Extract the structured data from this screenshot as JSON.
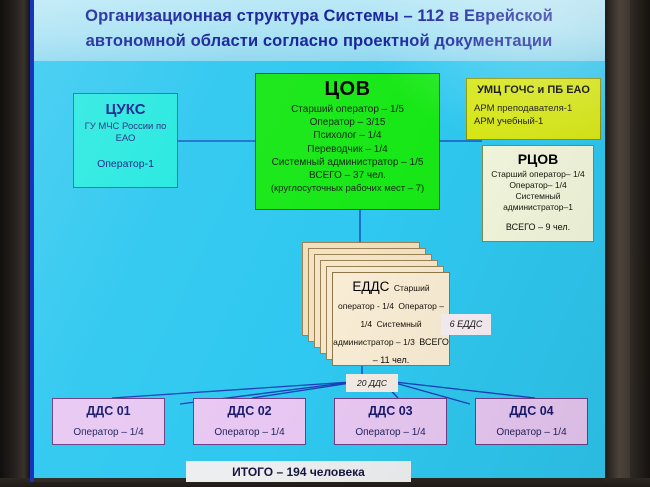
{
  "slide": {
    "title": "Организационная структура Системы – 112 в Еврейской автономной области согласно проектной документации",
    "background_color": "#2fc8f0",
    "title_band_color": "#a9e2f4",
    "title_text_color": "#16219a"
  },
  "boxes": {
    "cuks": {
      "name": "ЦУКС",
      "subtitle_line1": "ГУ МЧС России по",
      "subtitle_line2": "ЕАО",
      "staff": "Оператор-1",
      "fill_color": "#25e9e0"
    },
    "cov": {
      "name": "ЦОВ",
      "rows": [
        "Старший оператор – 1/5",
        "Оператор – 3/15",
        "Психолог – 1/4",
        "Переводчик – 1/4",
        "Системный администратор – 1/5",
        "ВСЕГО – 37 чел."
      ],
      "note": "(круглосуточных рабочих мест – 7)",
      "fill_color": "#18e817"
    },
    "umc": {
      "name": "УМЦ ГОЧС и ПБ ЕАО",
      "rows": [
        "АРМ преподавателя-1",
        "АРМ учебный-1"
      ],
      "fill_color": "#d8e815"
    },
    "rcov": {
      "name": "РЦОВ",
      "rows": [
        "Старший оператор– 1/4",
        "Оператор– 1/4",
        "Системный",
        "администратор–1"
      ],
      "total": "ВСЕГО – 9 чел.",
      "fill_color": "#f3f7dd"
    },
    "eddc": {
      "name": "ЕДДС",
      "rows": [
        "Старший оператор - 1/4",
        "Оператор – 1/4",
        "Системный",
        "администратор – 1/3"
      ],
      "total": "ВСЕГО – 11 чел.",
      "stack_count": 6,
      "fill_color": "#f9ecd4"
    }
  },
  "tags": {
    "eddc_count": "6 ЕДДС",
    "dds_count": "20 ДДС"
  },
  "dds_boxes": [
    {
      "name": "ДДС 01",
      "staff": "Оператор – 1/4"
    },
    {
      "name": "ДДС 02",
      "staff": "Оператор – 1/4"
    },
    {
      "name": "ДДС 03",
      "staff": "Оператор – 1/4"
    },
    {
      "name": "ДДС 04",
      "staff": "Оператор – 1/4"
    }
  ],
  "total": {
    "label": "ИТОГО – 194 человека"
  }
}
